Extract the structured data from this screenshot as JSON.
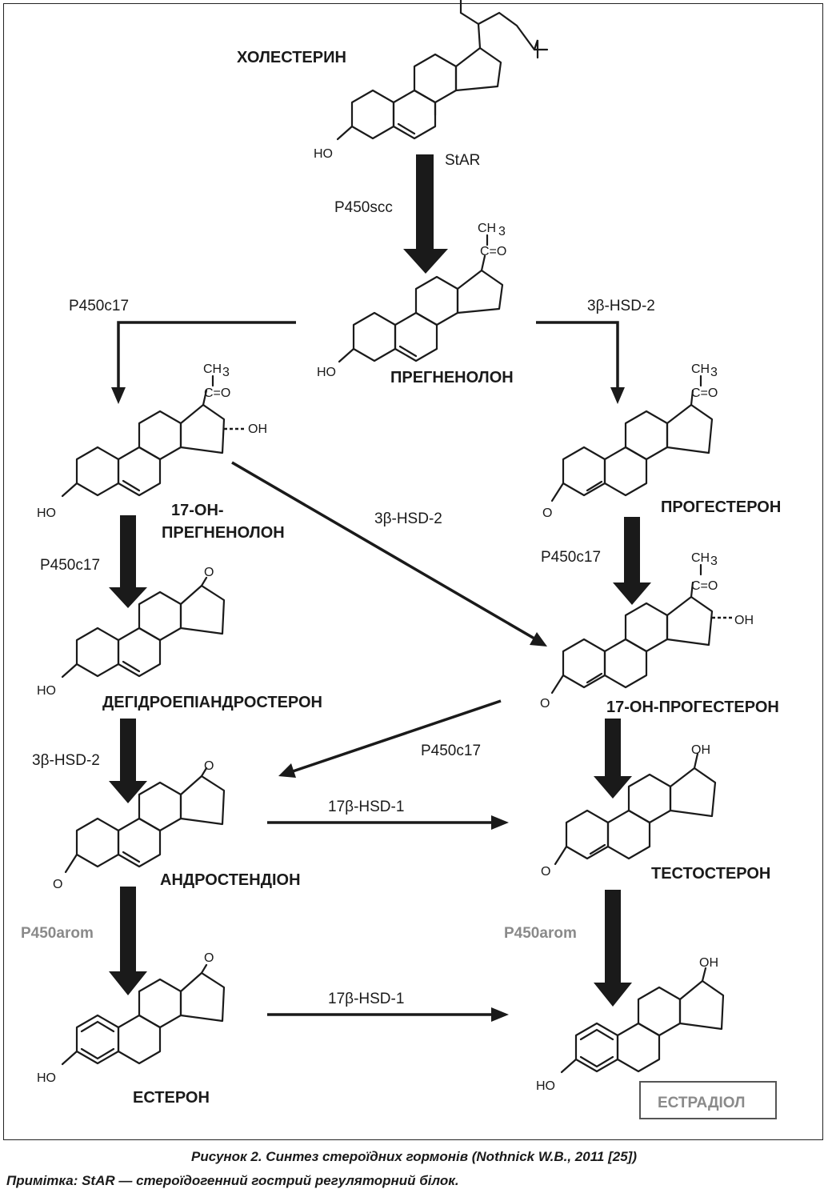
{
  "compounds": {
    "cholesterol": "ХОЛЕСТЕРИН",
    "pregnenolone": "ПРЕГНЕНОЛОН",
    "oh_pregnenolone_1": "17-ОН-",
    "oh_pregnenolone_2": "ПРЕГНЕНОЛОН",
    "progesterone": "ПРОГЕСТЕРОН",
    "dhea": "ДЕГІДРОЕПІАНДРОСТЕРОН",
    "oh_progesterone": "17-ОН-ПРОГЕСТЕРОН",
    "androstenedione": "АНДРОСТЕНДІОН",
    "testosterone": "ТЕСТОСТЕРОН",
    "estrone": "ЕСТЕРОН",
    "estradiol": "ЕСТРАДІОЛ"
  },
  "enzymes": {
    "star": "StAR",
    "p450scc": "P450scc",
    "p450c17_left": "P450c17",
    "hsd2_right": "3β-HSD-2",
    "hsd2_diag": "3β-HSD-2",
    "p450c17_dhea": "P450c17",
    "p450c17_prog": "P450c17",
    "p450c17_diag": "P450c17",
    "hsd2_andro": "3β-HSD-2",
    "hsd1_testo": "17β-HSD-1",
    "p450arom_left": "P450arom",
    "p450arom_right": "P450arom",
    "hsd1_estra": "17β-HSD-1"
  },
  "groups": {
    "ho": "HO",
    "oh": "OH",
    "o": "O",
    "ch3": "CH",
    "three": "3",
    "ceo": "C=O",
    "dash_oh": "OH"
  },
  "caption": {
    "title": "Рисунок 2. Синтез стероїдних гормонів (Nothnick W.B., 2011 [25])",
    "note": "Примітка: StAR — стероїдогенний гострий регуляторний білок."
  },
  "colors": {
    "ink": "#1a1a1a",
    "aromatase": "#8a8a8a"
  }
}
